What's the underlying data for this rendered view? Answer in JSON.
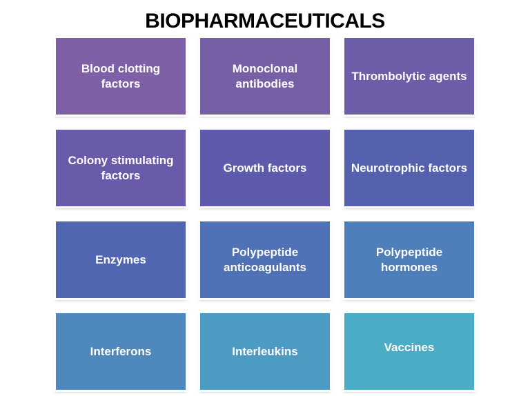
{
  "title": "BIOPHARMACEUTICALS",
  "grid": {
    "columns": 3,
    "rows": 4,
    "items": [
      {
        "label": "Blood clotting\nfactors",
        "color": "#7E60A6"
      },
      {
        "label": "Monoclonal\nantibodies",
        "color": "#775FA6"
      },
      {
        "label": "Thrombolytic agents",
        "color": "#6E5DA8"
      },
      {
        "label": "Colony stimulating\nfactors",
        "color": "#6A5BAA"
      },
      {
        "label": "Growth factors",
        "color": "#5E5BAC"
      },
      {
        "label": "Neurotrophic factors",
        "color": "#5560AE"
      },
      {
        "label": "Enzymes",
        "color": "#5066B0"
      },
      {
        "label": "Polypeptide\nanticoagulants",
        "color": "#4E72B5"
      },
      {
        "label": "Polypeptide\nhormones",
        "color": "#4E7FBA"
      },
      {
        "label": "Interferons",
        "color": "#4E88BC"
      },
      {
        "label": "Interleukins",
        "color": "#4C9BC2"
      },
      {
        "label": "Vaccines",
        "color": "#4BACC6"
      }
    ]
  }
}
